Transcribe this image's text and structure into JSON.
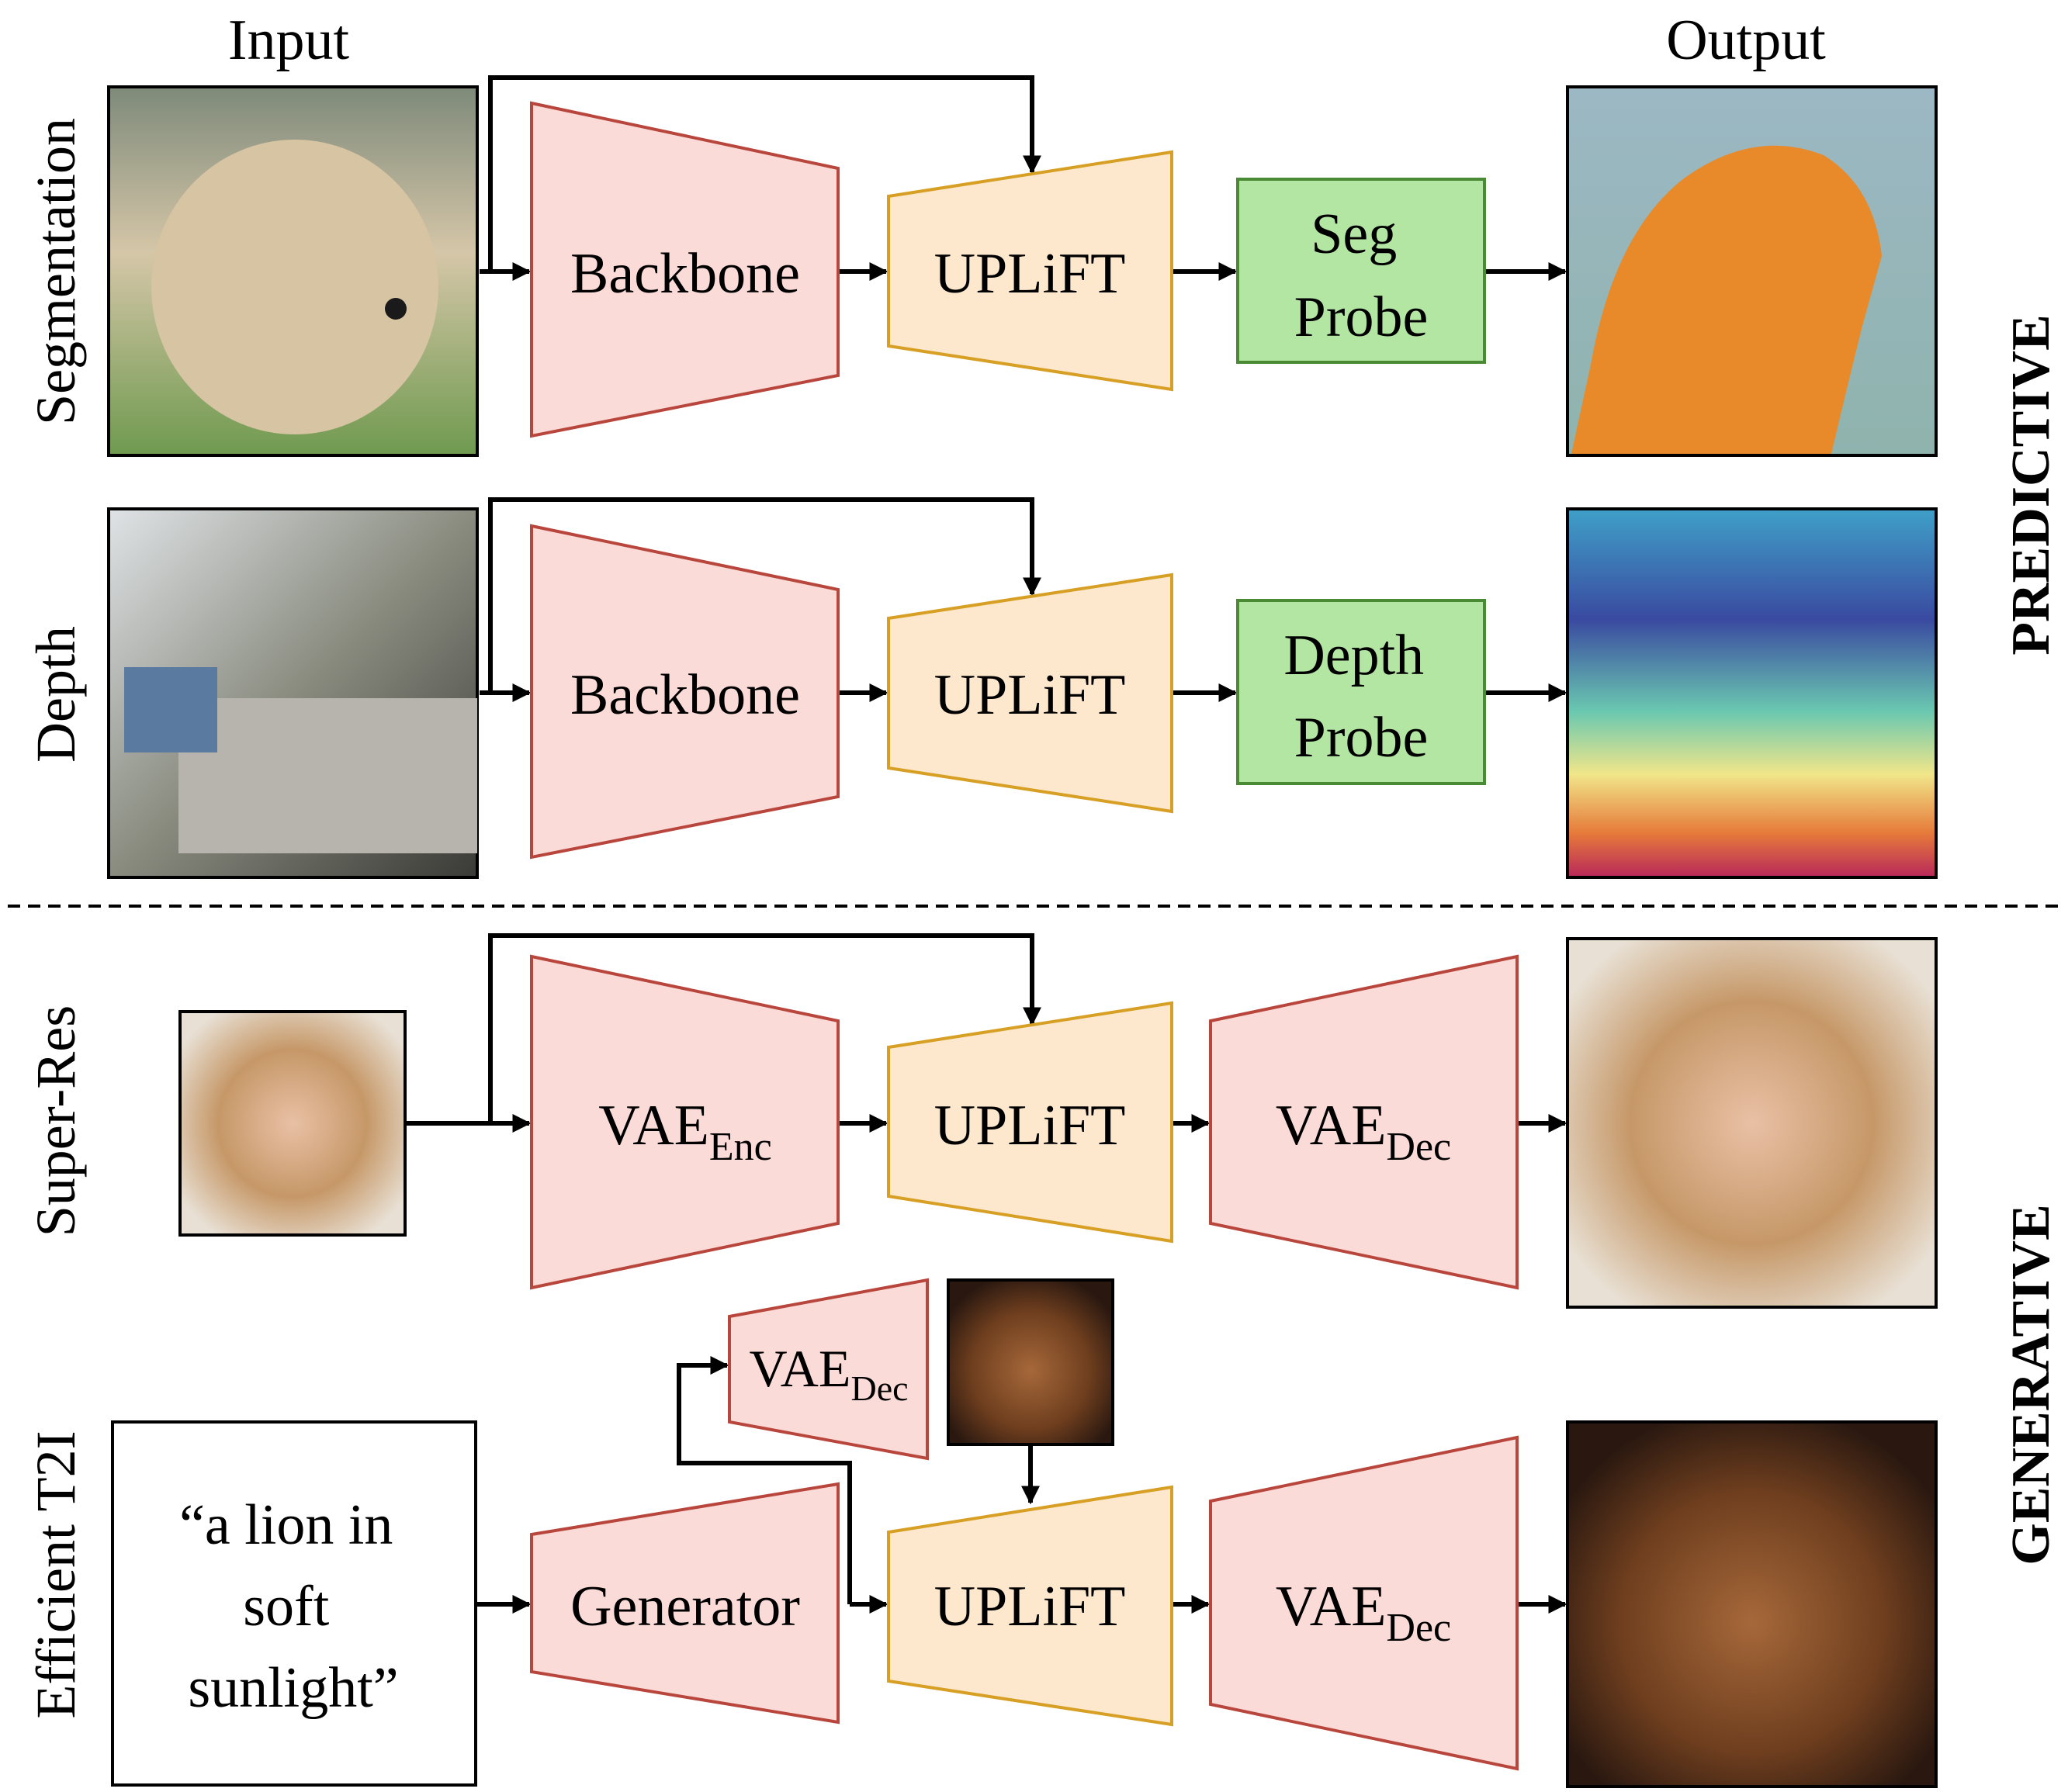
{
  "columns": {
    "input": "Input",
    "output": "Output"
  },
  "sections": {
    "predictive": "PREDICTIVE",
    "generative": "GENERATIVE"
  },
  "rows": {
    "segmentation": "Segmentation",
    "depth": "Depth",
    "super_res": "Super-Res",
    "t2i": "Efficient T2I"
  },
  "blocks": {
    "backbone": "Backbone",
    "uplift": "UPLiFT",
    "seg_probe": [
      "Seg",
      "Probe"
    ],
    "depth_probe": [
      "Depth",
      "Probe"
    ],
    "vae": "VAE",
    "enc": "Enc",
    "dec": "Dec",
    "generator": "Generator"
  },
  "prompt": [
    "“a lion in",
    "soft",
    "sunlight”"
  ],
  "colors": {
    "encoder_fill": "#fadbd8",
    "encoder_stroke": "#b9463c",
    "uplift_fill": "#fde7cd",
    "uplift_stroke": "#d7a025",
    "probe_fill": "#b3e5a3",
    "probe_stroke": "#4a8a34"
  }
}
